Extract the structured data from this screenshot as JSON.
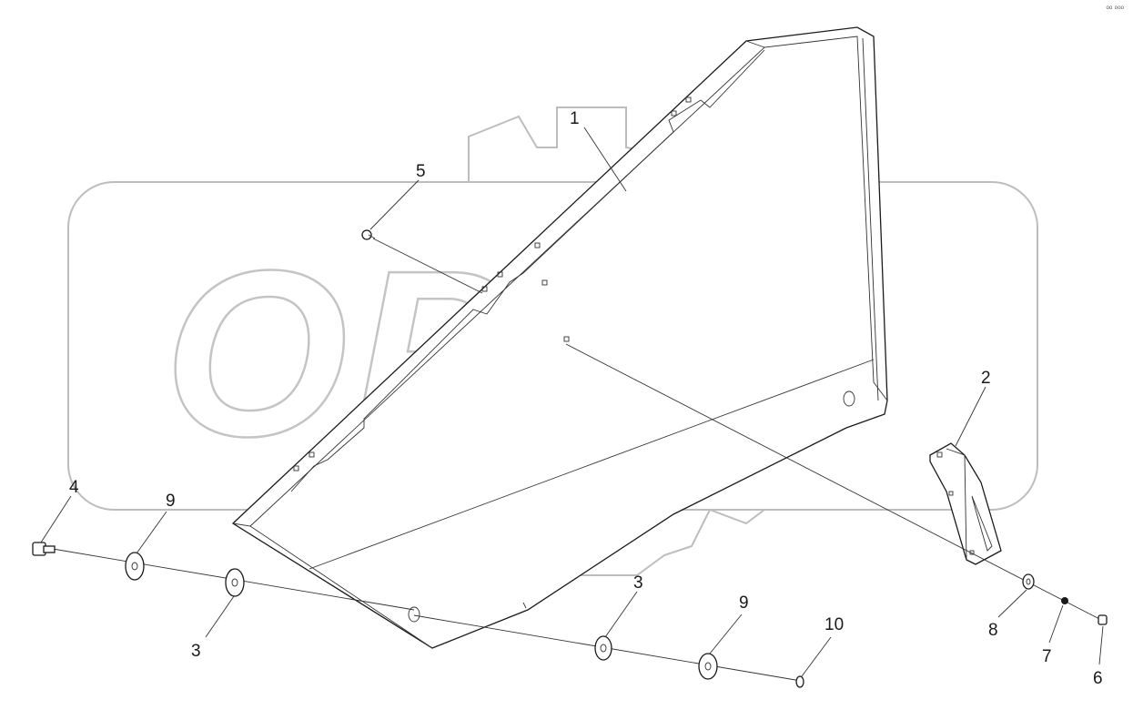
{
  "watermark": {
    "text": "OPEX"
  },
  "corner_mark": "ᵒᵒ ᵒᵒᵒ",
  "callouts": [
    {
      "id": "c1",
      "label": "1"
    },
    {
      "id": "c2",
      "label": "2"
    },
    {
      "id": "c3a",
      "label": "3"
    },
    {
      "id": "c3b",
      "label": "3"
    },
    {
      "id": "c4",
      "label": "4"
    },
    {
      "id": "c5",
      "label": "5"
    },
    {
      "id": "c6",
      "label": "6"
    },
    {
      "id": "c7",
      "label": "7"
    },
    {
      "id": "c8",
      "label": "8"
    },
    {
      "id": "c9a",
      "label": "9"
    },
    {
      "id": "c9b",
      "label": "9"
    },
    {
      "id": "c10",
      "label": "10"
    }
  ]
}
